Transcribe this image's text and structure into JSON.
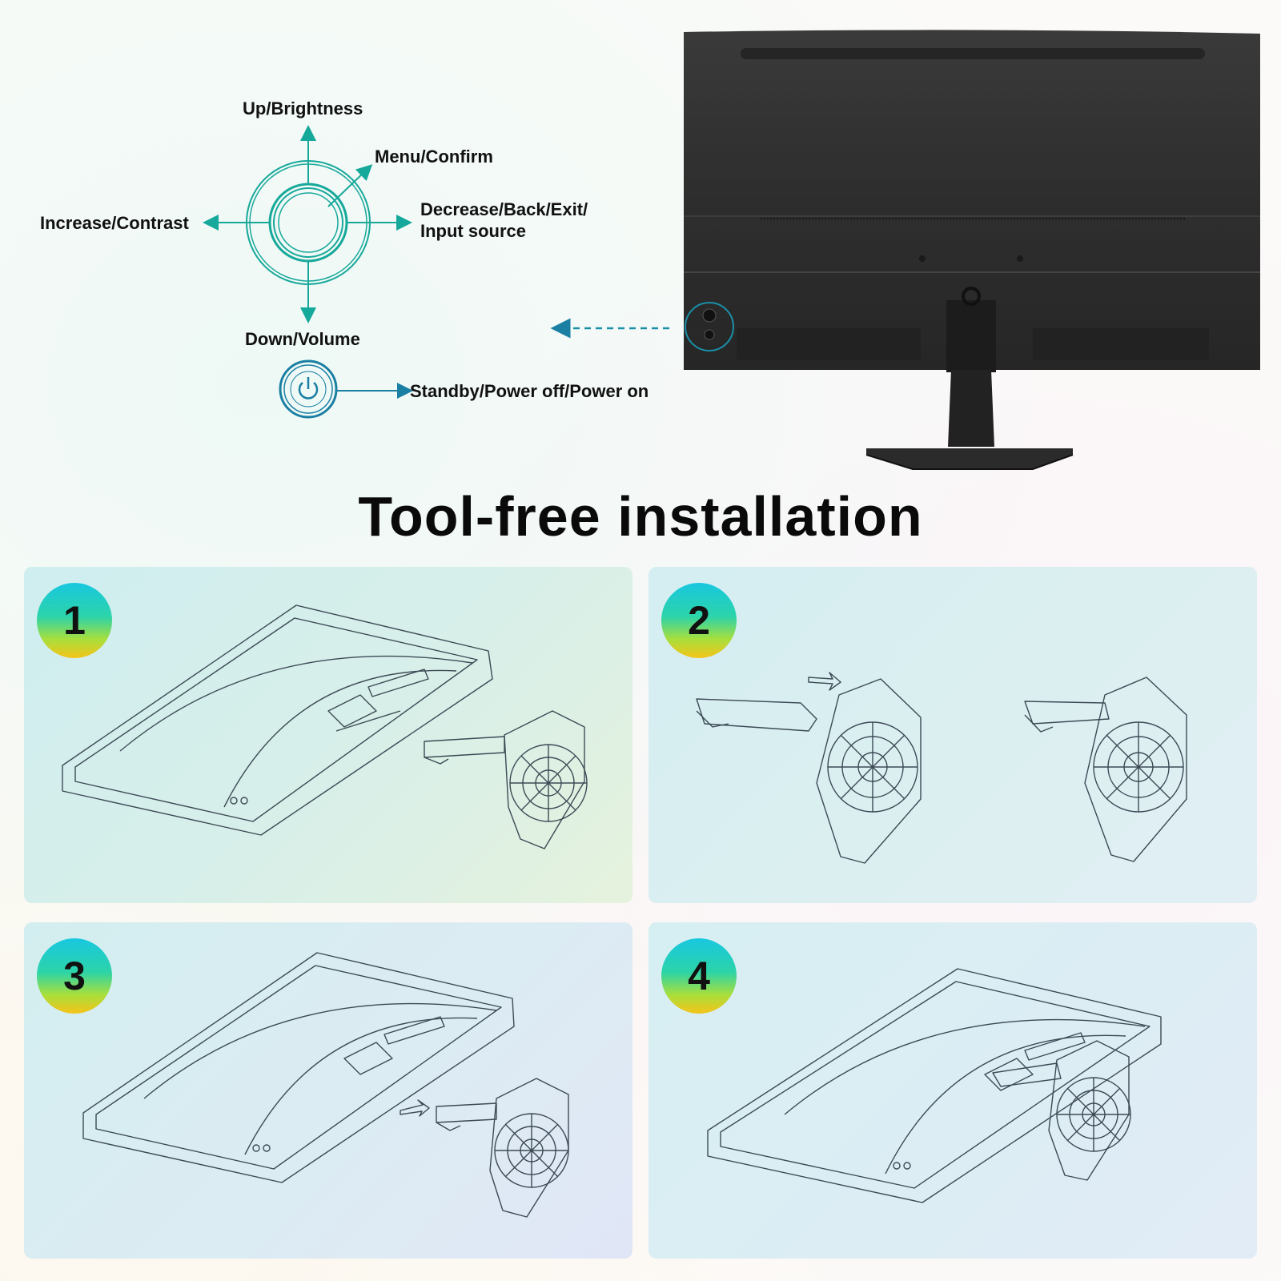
{
  "controls": {
    "up": "Up/Brightness",
    "menu": "Menu/Confirm",
    "left": "Increase/Contrast",
    "right_line1": "Decrease/Back/Exit/",
    "right_line2": "Input source",
    "down": "Down/Volume",
    "power": "Standby/Power off/Power on"
  },
  "headline": "Tool-free installation",
  "steps": [
    {
      "number": "1"
    },
    {
      "number": "2"
    },
    {
      "number": "3"
    },
    {
      "number": "4"
    }
  ],
  "colors": {
    "accent": "#16a89a",
    "power_ring": "#1a7fa3",
    "monitor": "#2a2a2a"
  }
}
